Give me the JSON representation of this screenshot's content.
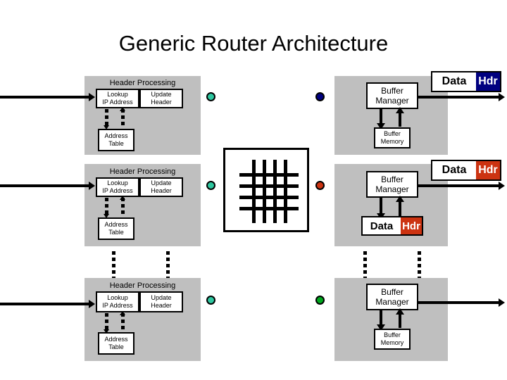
{
  "page": {
    "title": "Generic Router Architecture",
    "background": "#ffffff"
  },
  "colors": {
    "panel_gray": "#bfbfbf",
    "box_fill": "#ffffff",
    "line": "#000000",
    "hdr_navy": "#000080",
    "hdr_red": "#cc3311",
    "dot_teal": "#2ec7a0",
    "dot_navy": "#000080",
    "dot_red": "#cc3311",
    "dot_green": "#00a81e"
  },
  "labels": {
    "header_processing": "Header Processing",
    "lookup_ip_address_l1": "Lookup",
    "lookup_ip_address_l2": "IP Address",
    "update_header_l1": "Update",
    "update_header_l2": "Header",
    "address_table_l1": "Address",
    "address_table_l2": "Table",
    "buffer_manager_l1": "Buffer",
    "buffer_manager_l2": "Manager",
    "buffer_memory_l1": "Buffer",
    "buffer_memory_l2": "Memory",
    "packet_data": "Data",
    "packet_hdr": "Hdr"
  },
  "rows": [
    {
      "id": "row-1",
      "ingress_dot_color": "#2ec7a0",
      "egress_dot_color": "#000080",
      "left_panel": {
        "title": "Header Processing",
        "lookup": [
          "Lookup",
          "IP Address"
        ],
        "update": [
          "Update",
          "Header"
        ],
        "address_table": [
          "Address",
          "Table"
        ]
      },
      "right_panel": {
        "buffer_manager": [
          "Buffer",
          "Manager"
        ],
        "lower_block_type": "buffer-memory",
        "buffer_memory": [
          "Buffer",
          "Memory"
        ]
      },
      "output_packet": {
        "data": "Data",
        "hdr": "Hdr",
        "hdr_color": "#000080"
      },
      "has_output_arrow": true
    },
    {
      "id": "row-2",
      "ingress_dot_color": "#2ec7a0",
      "egress_dot_color": "#cc3311",
      "left_panel": {
        "title": "Header Processing",
        "lookup": [
          "Lookup",
          "IP Address"
        ],
        "update": [
          "Update",
          "Header"
        ],
        "address_table": [
          "Address",
          "Table"
        ]
      },
      "right_panel": {
        "buffer_manager": [
          "Buffer",
          "Manager"
        ],
        "lower_block_type": "packet",
        "packet": {
          "data": "Data",
          "hdr": "Hdr",
          "hdr_color": "#cc3311"
        }
      },
      "output_packet": {
        "data": "Data",
        "hdr": "Hdr",
        "hdr_color": "#cc3311"
      },
      "has_output_arrow": true
    },
    {
      "id": "row-3",
      "ingress_dot_color": "#2ec7a0",
      "egress_dot_color": "#00a81e",
      "left_panel": {
        "title": "Header Processing",
        "lookup": [
          "Lookup",
          "IP Address"
        ],
        "update": [
          "Update",
          "Header"
        ],
        "address_table": [
          "Address",
          "Table"
        ]
      },
      "right_panel": {
        "buffer_manager": [
          "Buffer",
          "Manager"
        ],
        "lower_block_type": "buffer-memory",
        "buffer_memory": [
          "Buffer",
          "Memory"
        ]
      },
      "output_packet": null,
      "has_output_arrow": true
    }
  ],
  "switch_fabric": {
    "name": "crossbar-switch",
    "horizontal_lines": 4,
    "vertical_lines": 4
  }
}
